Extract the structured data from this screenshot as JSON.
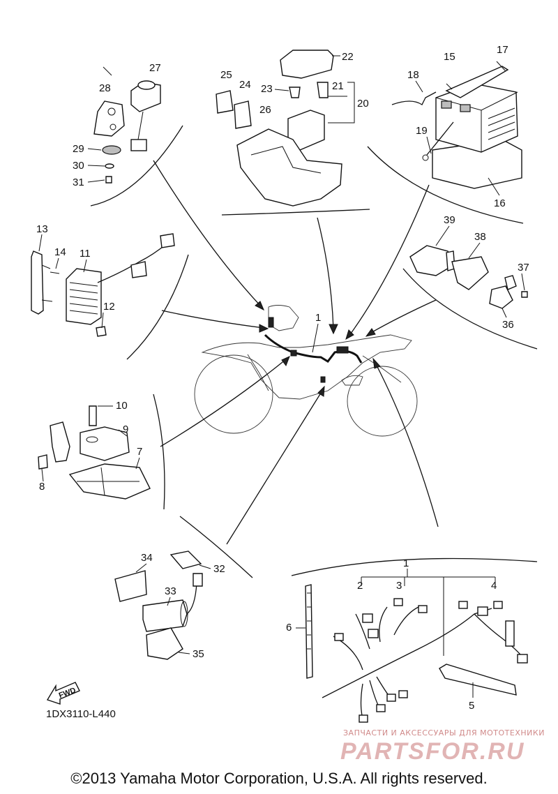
{
  "diagram": {
    "part_labels": [
      "1",
      "2",
      "3",
      "4",
      "5",
      "6",
      "7",
      "8",
      "9",
      "10",
      "11",
      "12",
      "13",
      "14",
      "15",
      "16",
      "17",
      "18",
      "19",
      "20",
      "21",
      "22",
      "23",
      "24",
      "25",
      "26",
      "27",
      "28",
      "29",
      "30",
      "31",
      "32",
      "33",
      "34",
      "35",
      "36",
      "37",
      "38",
      "39"
    ],
    "fwd_label": "FWD",
    "code": "1DX3110-L440",
    "copyright": "©2013 Yamaha Motor Corporation, U.S.A. All rights reserved.",
    "watermark_tagline": "ЗАПЧАСТИ И АКСЕССУАРЫ ДЛЯ МОТОТЕХНИКИ",
    "watermark_logo": "PARTSFOR.RU"
  },
  "colors": {
    "line": "#111111",
    "watermark": "#d08a8a"
  }
}
